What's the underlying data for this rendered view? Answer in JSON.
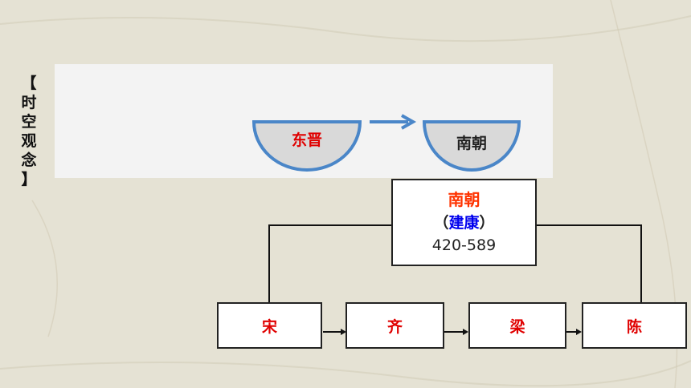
{
  "side_title": [
    "【",
    "时",
    "空",
    "观",
    "念",
    "】"
  ],
  "bowls": {
    "left": {
      "label": "东晋",
      "color": "#e00000"
    },
    "right": {
      "label": "南朝",
      "color": "#222222"
    }
  },
  "main_box": {
    "title": "南朝",
    "capital_open": "（",
    "capital": "建康",
    "capital_close": "）",
    "years": "420-589",
    "title_color": "#ff3300",
    "capital_color": "#0000ee"
  },
  "dynasties": [
    "宋",
    "齐",
    "梁",
    "陈"
  ],
  "colors": {
    "dynasty": "#e00000",
    "bowl_stroke": "#4a86c8",
    "bowl_fill": "#d9d9d9",
    "arrow": "#4a86c8"
  }
}
